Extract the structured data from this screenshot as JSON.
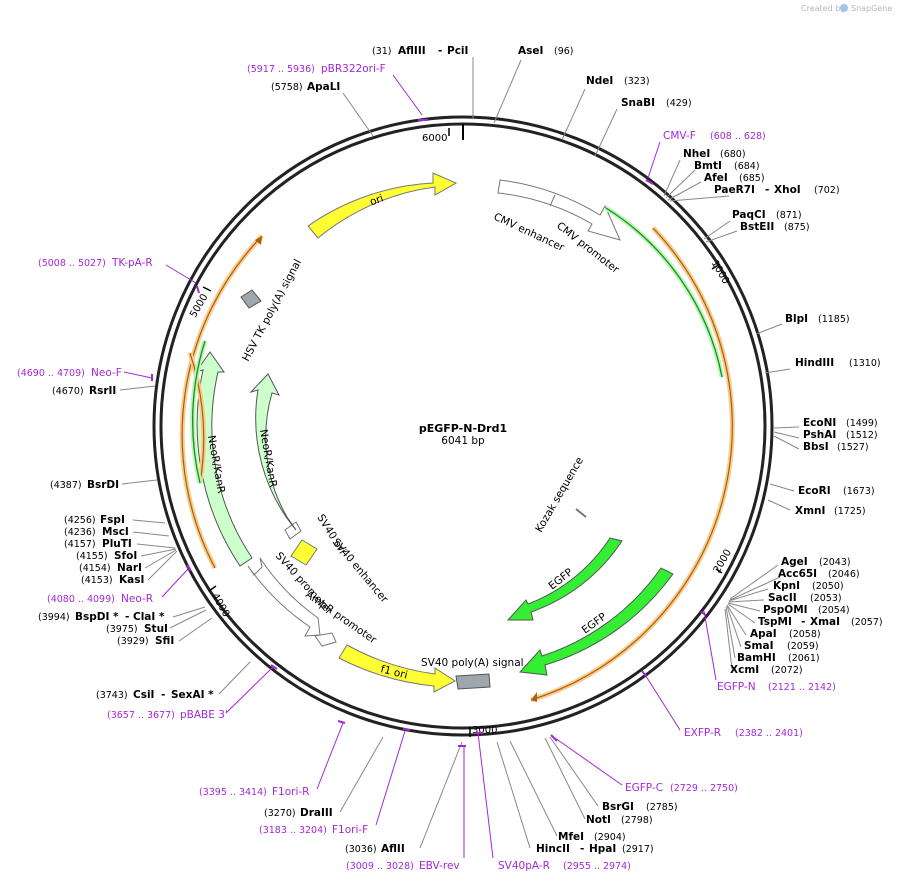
{
  "credit": "Created by",
  "brand": "SnapGene",
  "plasmid": {
    "name": "pEGFP-N-Drd1",
    "size": "6041 bp"
  },
  "ticks": [
    "1000",
    "2000",
    "3000",
    "4000",
    "5000",
    "6000"
  ],
  "features": [
    {
      "name": "CMV enhancer",
      "color": "#ffffff"
    },
    {
      "name": "CMV promoter",
      "color": "#ffffff"
    },
    {
      "name": "Kozak sequence",
      "color": "#ffffff"
    },
    {
      "name": "EGFP",
      "color": "#33ee33"
    },
    {
      "name": "EGFP",
      "color": "#33ee33"
    },
    {
      "name": "SV40 poly(A) signal",
      "color": "#a0a6ad"
    },
    {
      "name": "f1 ori",
      "color": "#ffff33"
    },
    {
      "name": "AmpR promoter",
      "color": "#ffffff"
    },
    {
      "name": "SV40 promoter",
      "color": "#ffffff"
    },
    {
      "name": "SV40 enhancer",
      "color": "#ffffff"
    },
    {
      "name": "SV40 ori",
      "color": "#ffff33"
    },
    {
      "name": "NeoR/KanR",
      "color": "#ccffcc"
    },
    {
      "name": "NeoR/KanR",
      "color": "#ccffcc"
    },
    {
      "name": "HSV TK poly(A) signal",
      "color": "#a0a6ad"
    },
    {
      "name": "ori",
      "color": "#ffff33"
    }
  ],
  "sites": [
    {
      "name": "AflIII",
      "name2": "PciI",
      "pos": "(31)"
    },
    {
      "name": "AseI",
      "pos": "(96)"
    },
    {
      "name": "NdeI",
      "pos": "(323)"
    },
    {
      "name": "SnaBI",
      "pos": "(429)"
    },
    {
      "name": "NheI",
      "pos": "(680)"
    },
    {
      "name": "BmtI",
      "pos": "(684)"
    },
    {
      "name": "AfeI",
      "pos": "(685)"
    },
    {
      "name": "PaeR7I",
      "name2": "XhoI",
      "pos": "(702)"
    },
    {
      "name": "PaqCI",
      "pos": "(871)"
    },
    {
      "name": "BstEII",
      "pos": "(875)"
    },
    {
      "name": "BlpI",
      "pos": "(1185)"
    },
    {
      "name": "HindIII",
      "pos": "(1310)"
    },
    {
      "name": "EcoNI",
      "pos": "(1499)"
    },
    {
      "name": "PshAI",
      "pos": "(1512)"
    },
    {
      "name": "BbsI",
      "pos": "(1527)"
    },
    {
      "name": "EcoRI",
      "pos": "(1673)"
    },
    {
      "name": "XmnI",
      "pos": "(1725)"
    },
    {
      "name": "AgeI",
      "pos": "(2043)"
    },
    {
      "name": "Acc65I",
      "pos": "(2046)"
    },
    {
      "name": "KpnI",
      "pos": "(2050)"
    },
    {
      "name": "SacII",
      "pos": "(2053)"
    },
    {
      "name": "PspOMI",
      "pos": "(2054)"
    },
    {
      "name": "TspMI",
      "name2": "XmaI",
      "pos": "(2057)"
    },
    {
      "name": "ApaI",
      "pos": "(2058)"
    },
    {
      "name": "SmaI",
      "pos": "(2059)"
    },
    {
      "name": "BamHI",
      "pos": "(2061)"
    },
    {
      "name": "XcmI",
      "pos": "(2072)"
    },
    {
      "name": "BsrGI",
      "pos": "(2785)"
    },
    {
      "name": "NotI",
      "pos": "(2798)"
    },
    {
      "name": "MfeI",
      "pos": "(2904)"
    },
    {
      "name": "HincII",
      "name2": "HpaI",
      "pos": "(2917)"
    },
    {
      "name": "AflII",
      "pos": "(3036)"
    },
    {
      "name": "DraIII",
      "pos": "(3270)"
    },
    {
      "name": "CsiI",
      "name2": "SexAI *",
      "pos": "(3743)"
    },
    {
      "name": "SfiI",
      "pos": "(3929)"
    },
    {
      "name": "StuI",
      "pos": "(3975)"
    },
    {
      "name": "BspDI *",
      "name2": "ClaI *",
      "pos": "(3994)"
    },
    {
      "name": "KasI",
      "pos": "(4153)"
    },
    {
      "name": "NarI",
      "pos": "(4154)"
    },
    {
      "name": "SfoI",
      "pos": "(4155)"
    },
    {
      "name": "PluTI",
      "pos": "(4157)"
    },
    {
      "name": "MscI",
      "pos": "(4236)"
    },
    {
      "name": "FspI",
      "pos": "(4256)"
    },
    {
      "name": "BsrDI",
      "pos": "(4387)"
    },
    {
      "name": "RsrII",
      "pos": "(4670)"
    },
    {
      "name": "ApaLI",
      "pos": "(5758)"
    }
  ],
  "primers": [
    {
      "name": "pBR322ori-F",
      "pos": "(5917 .. 5936)"
    },
    {
      "name": "CMV-F",
      "pos": "(608 .. 628)"
    },
    {
      "name": "TK-pA-R",
      "pos": "(5008 .. 5027)"
    },
    {
      "name": "Neo-F",
      "pos": "(4690 .. 4709)"
    },
    {
      "name": "Neo-R",
      "pos": "(4080 .. 4099)"
    },
    {
      "name": "pBABE 3'",
      "pos": "(3657 .. 3677)"
    },
    {
      "name": "F1ori-R",
      "pos": "(3395 .. 3414)"
    },
    {
      "name": "F1ori-F",
      "pos": "(3183 .. 3204)"
    },
    {
      "name": "EBV-rev",
      "pos": "(3009 .. 3028)"
    },
    {
      "name": "SV40pA-R",
      "pos": "(2955 .. 2974)"
    },
    {
      "name": "EGFP-C",
      "pos": "(2729 .. 2750)"
    },
    {
      "name": "EXFP-R",
      "pos": "(2382 .. 2401)"
    },
    {
      "name": "EGFP-N",
      "pos": "(2121 .. 2142)"
    }
  ]
}
